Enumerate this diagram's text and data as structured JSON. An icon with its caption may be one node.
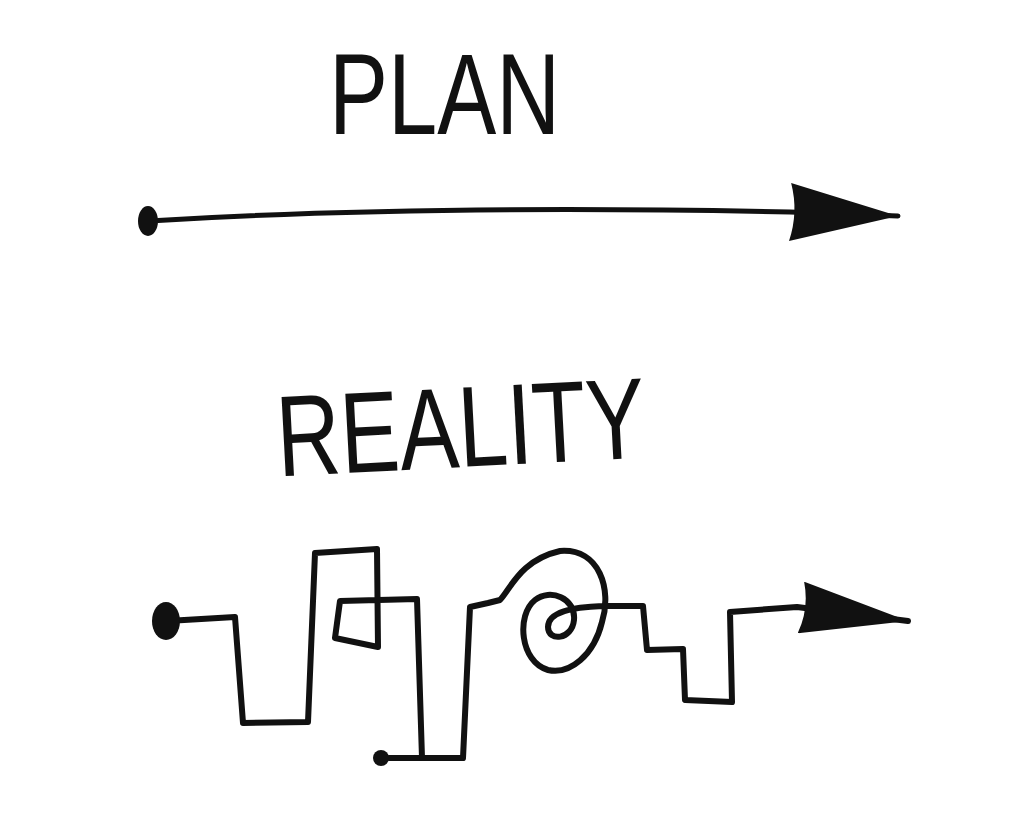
{
  "diagram": {
    "nodes": [
      {
        "text": [],
        "shape": "circle"
      },
      {
        "text": [],
        "shape": "circle"
      },
      {
        "text": [],
        "shape": "circle"
      }
    ],
    "edges": [
      {
        "from": 0,
        "to": null,
        "arrow": "to"
      },
      {
        "from": 1,
        "to": null,
        "arrow": "to"
      },
      {
        "from": 2,
        "to": null,
        "arrow": "to"
      }
    ],
    "labels": [
      "PLAN",
      "REALITY"
    ]
  }
}
